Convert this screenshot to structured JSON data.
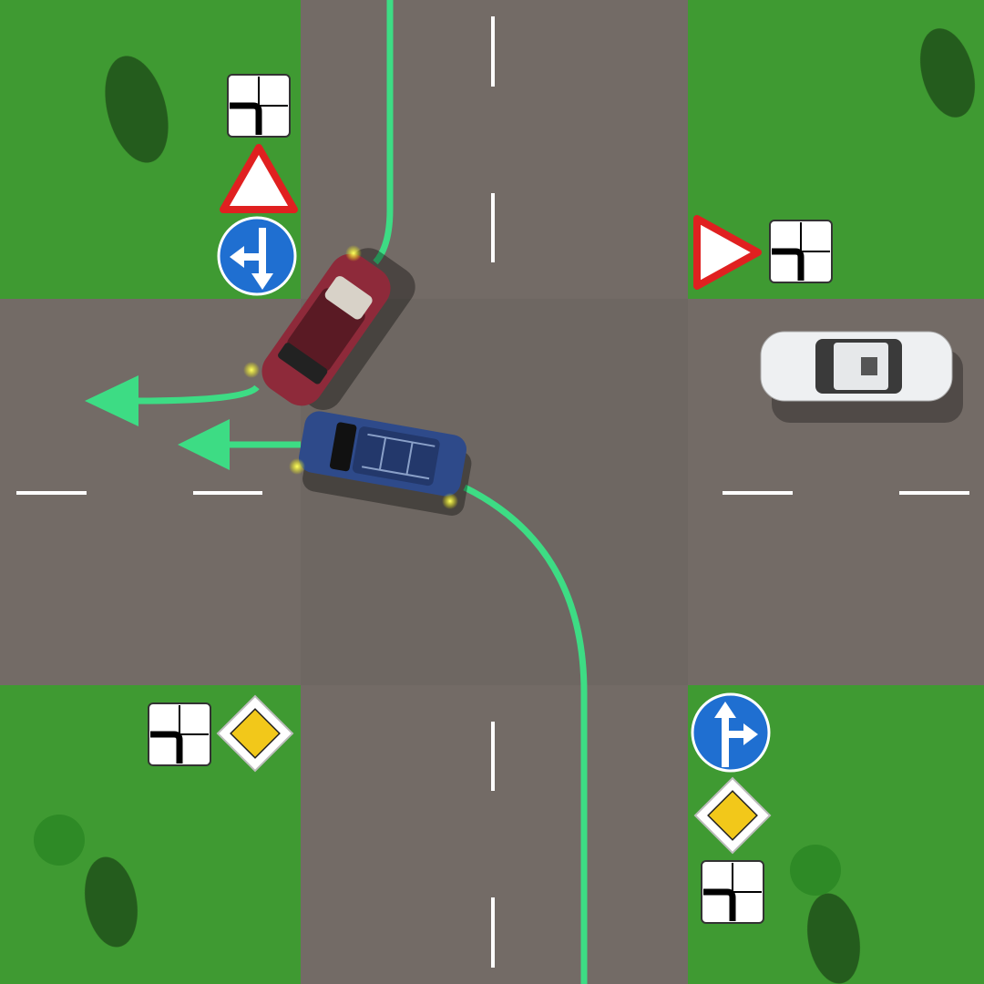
{
  "scene": {
    "type": "intersection-diagram",
    "colors": {
      "grass": "#3f9a32",
      "road": "#736b66",
      "path": "#3ddc84",
      "red_car": "#8e2a3a",
      "blue_car": "#2e4a8a",
      "white_car": "#eef0f2",
      "sign_blue": "#1f6fd1",
      "sign_red": "#e02020",
      "priority_yellow": "#f2c81a"
    },
    "signs": [
      {
        "corner": "north-west",
        "icons": [
          "main-road-direction-plate-icon",
          "yield-sign-icon",
          "straight-or-left-down-sign-icon"
        ]
      },
      {
        "corner": "north-east",
        "icons": [
          "yield-sign-icon",
          "main-road-direction-plate-icon"
        ]
      },
      {
        "corner": "south-west",
        "icons": [
          "main-road-direction-plate-icon",
          "priority-road-sign-icon"
        ]
      },
      {
        "corner": "south-east",
        "icons": [
          "straight-or-right-sign-icon",
          "priority-road-sign-icon",
          "main-road-direction-plate-icon"
        ]
      }
    ],
    "vehicles": [
      "red-car",
      "blue-car",
      "white-car"
    ]
  }
}
